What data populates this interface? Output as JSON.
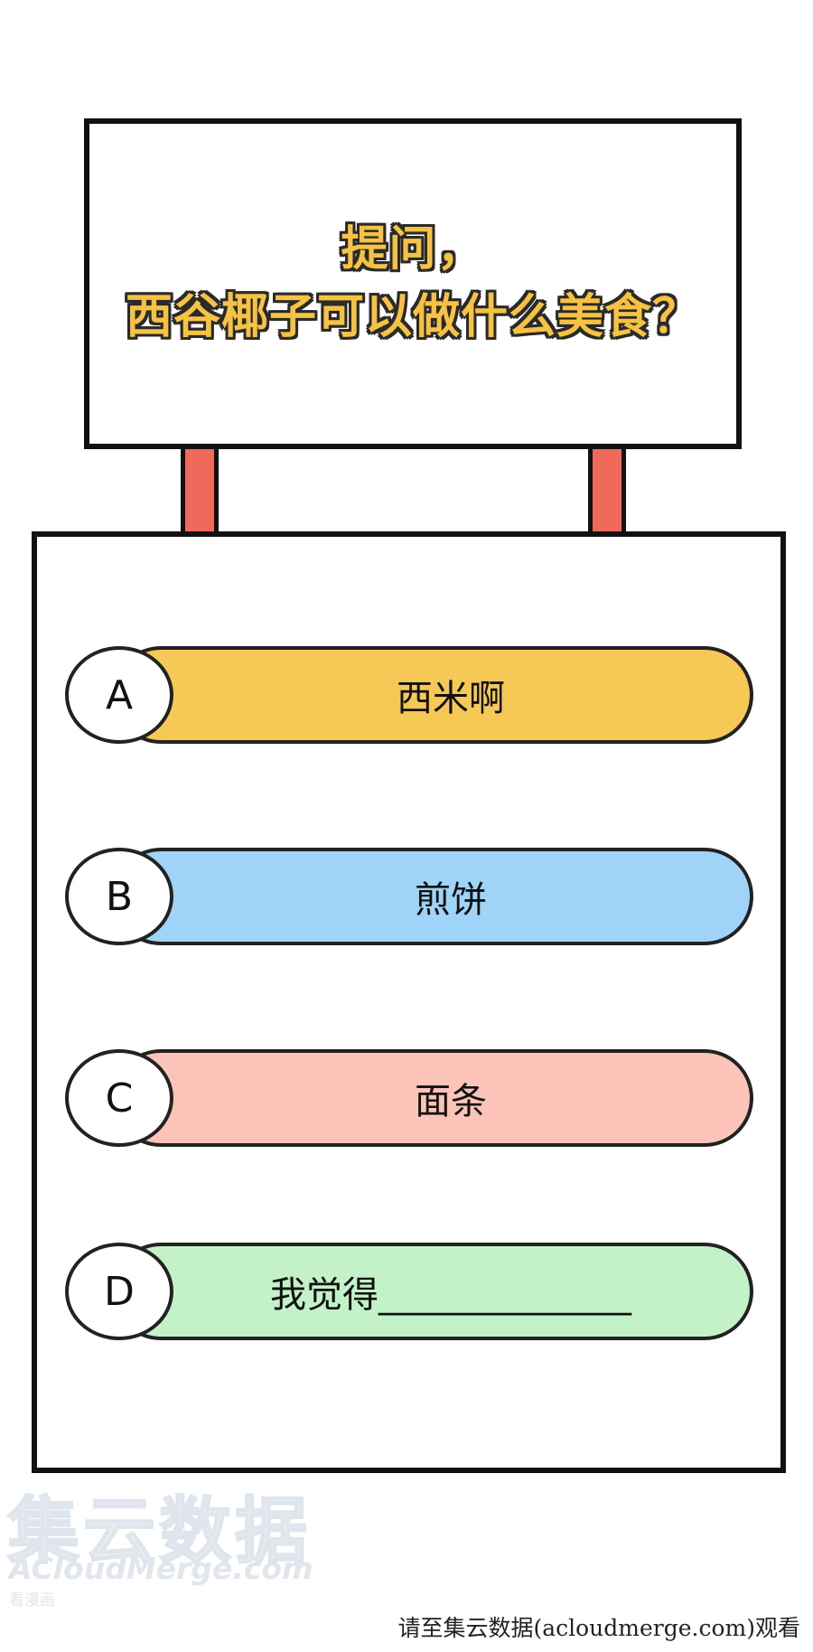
{
  "question": {
    "line1": "提问，",
    "line2": "西谷椰子可以做什么美食？"
  },
  "options": [
    {
      "letter": "A",
      "text": "西米啊",
      "color": "#f6c957"
    },
    {
      "letter": "B",
      "text": "煎饼",
      "color": "#9fd4f8"
    },
    {
      "letter": "C",
      "text": "面条",
      "color": "#fcc4b8"
    },
    {
      "letter": "D",
      "text": "我觉得______________",
      "color": "#c3f2c8"
    }
  ],
  "watermark": {
    "cn": "集云数据",
    "en": "ACloudMerge.com",
    "small": "看漫画"
  },
  "footer": {
    "note": "请至集云数据(acloudmerge.com)观看"
  },
  "colors": {
    "post": "#ef6a5a",
    "question_text": "#f6c242",
    "outline": "#111111"
  }
}
